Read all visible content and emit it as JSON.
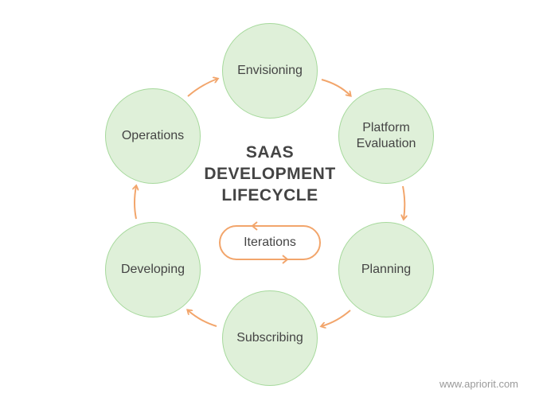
{
  "diagram": {
    "title_lines": [
      "SAAS",
      "DEVELOPMENT",
      "LIFECYCLE"
    ],
    "stages": [
      {
        "id": "envisioning",
        "label": "Envisioning"
      },
      {
        "id": "platform",
        "label": "Platform\nEvaluation"
      },
      {
        "id": "planning",
        "label": "Planning"
      },
      {
        "id": "subscribing",
        "label": "Subscribing"
      },
      {
        "id": "developing",
        "label": "Developing"
      },
      {
        "id": "operations",
        "label": "Operations"
      }
    ],
    "iterations_label": "Iterations",
    "colors": {
      "node_fill": "#dff0d9",
      "node_border": "#a6d99c",
      "arrow": "#f2a56b",
      "text": "#444444"
    }
  },
  "watermark": "www.apriorit.com"
}
